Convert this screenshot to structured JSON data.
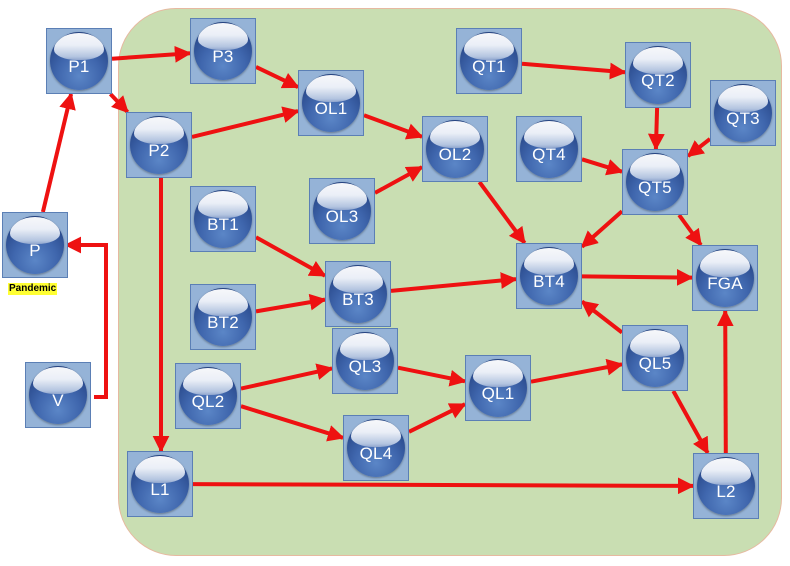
{
  "caption": "Pandemic",
  "colors": {
    "region": "#c9deb2",
    "arrow": "#ee1111",
    "node_tile": "#95b3d7",
    "node_sphere": "#3f66ad",
    "caption_highlight": "#ffff33"
  },
  "nodes": [
    {
      "id": "P",
      "label": "P"
    },
    {
      "id": "V",
      "label": "V"
    },
    {
      "id": "P1",
      "label": "P1"
    },
    {
      "id": "P2",
      "label": "P2"
    },
    {
      "id": "P3",
      "label": "P3"
    },
    {
      "id": "OL1",
      "label": "OL1"
    },
    {
      "id": "OL2",
      "label": "OL2"
    },
    {
      "id": "OL3",
      "label": "OL3"
    },
    {
      "id": "BT1",
      "label": "BT1"
    },
    {
      "id": "BT2",
      "label": "BT2"
    },
    {
      "id": "BT3",
      "label": "BT3"
    },
    {
      "id": "BT4",
      "label": "BT4"
    },
    {
      "id": "QT1",
      "label": "QT1"
    },
    {
      "id": "QT2",
      "label": "QT2"
    },
    {
      "id": "QT3",
      "label": "QT3"
    },
    {
      "id": "QT4",
      "label": "QT4"
    },
    {
      "id": "QT5",
      "label": "QT5"
    },
    {
      "id": "FGA",
      "label": "FGA"
    },
    {
      "id": "QL1",
      "label": "QL1"
    },
    {
      "id": "QL2",
      "label": "QL2"
    },
    {
      "id": "QL3",
      "label": "QL3"
    },
    {
      "id": "QL4",
      "label": "QL4"
    },
    {
      "id": "QL5",
      "label": "QL5"
    },
    {
      "id": "L1",
      "label": "L1"
    },
    {
      "id": "L2",
      "label": "L2"
    }
  ],
  "edges": [
    [
      "P",
      "P1"
    ],
    [
      "V",
      "P"
    ],
    [
      "P1",
      "P3"
    ],
    [
      "P1",
      "P2"
    ],
    [
      "P3",
      "OL1"
    ],
    [
      "P2",
      "OL1"
    ],
    [
      "P2",
      "L1"
    ],
    [
      "OL1",
      "OL2"
    ],
    [
      "OL3",
      "OL2"
    ],
    [
      "OL2",
      "BT4"
    ],
    [
      "BT1",
      "BT3"
    ],
    [
      "BT2",
      "BT3"
    ],
    [
      "BT3",
      "BT4"
    ],
    [
      "QT1",
      "QT2"
    ],
    [
      "QT2",
      "QT5"
    ],
    [
      "QT3",
      "QT5"
    ],
    [
      "QT4",
      "QT5"
    ],
    [
      "QT5",
      "BT4"
    ],
    [
      "QT5",
      "FGA"
    ],
    [
      "BT4",
      "FGA"
    ],
    [
      "QL5",
      "BT4"
    ],
    [
      "QL2",
      "QL3"
    ],
    [
      "QL2",
      "QL4"
    ],
    [
      "QL3",
      "QL1"
    ],
    [
      "QL4",
      "QL1"
    ],
    [
      "QL1",
      "QL5"
    ],
    [
      "QL5",
      "L2"
    ],
    [
      "L1",
      "L2"
    ],
    [
      "L2",
      "FGA"
    ]
  ]
}
